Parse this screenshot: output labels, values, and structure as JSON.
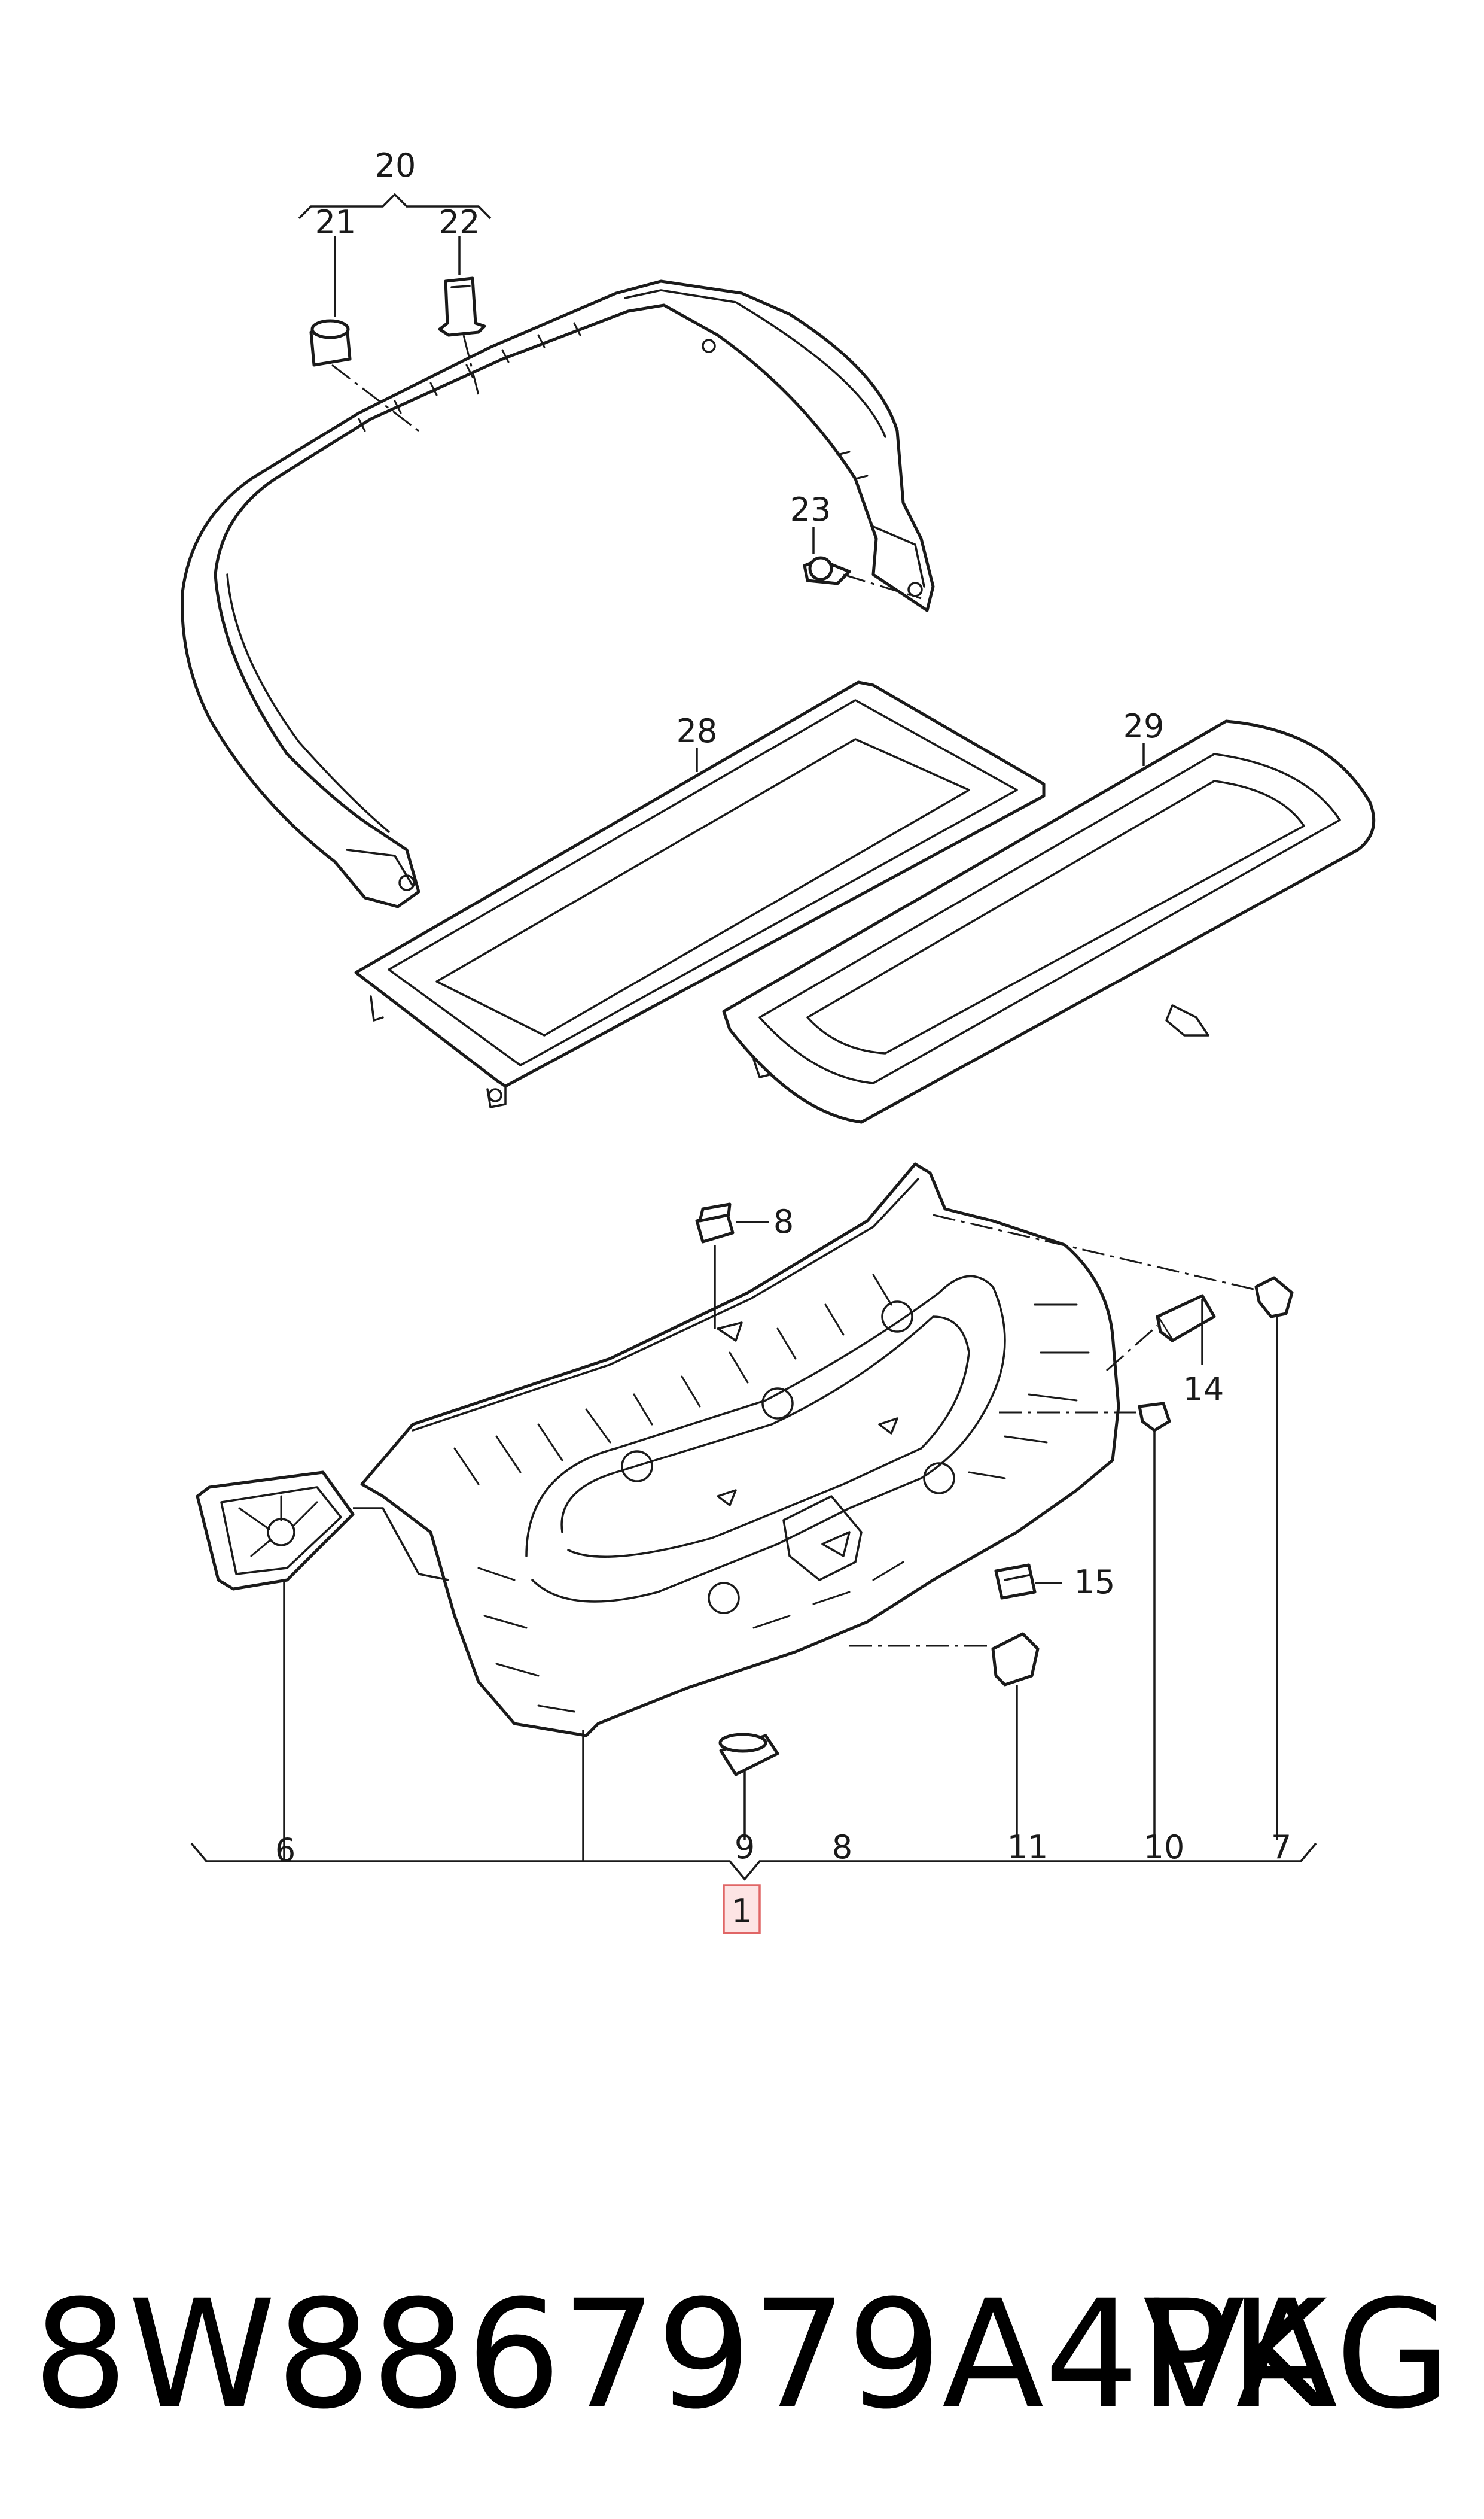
{
  "diagram": {
    "callouts": {
      "c20": "20",
      "c21": "21",
      "c22": "22",
      "c23": "23",
      "c28": "28",
      "c29": "29",
      "c8a": "8",
      "c14": "14",
      "c15": "15",
      "c6": "6",
      "c9": "9",
      "c8b": "8",
      "c11": "11",
      "c10": "10",
      "c7": "7",
      "c1": "1"
    },
    "highlighted_callout": "1",
    "colors": {
      "line": "#1a1a1a",
      "highlight_fill": "#fde4e4",
      "highlight_stroke": "#e06666"
    }
  },
  "footer": {
    "part_number": "8W8867979A4PK",
    "brand": "VAG"
  }
}
